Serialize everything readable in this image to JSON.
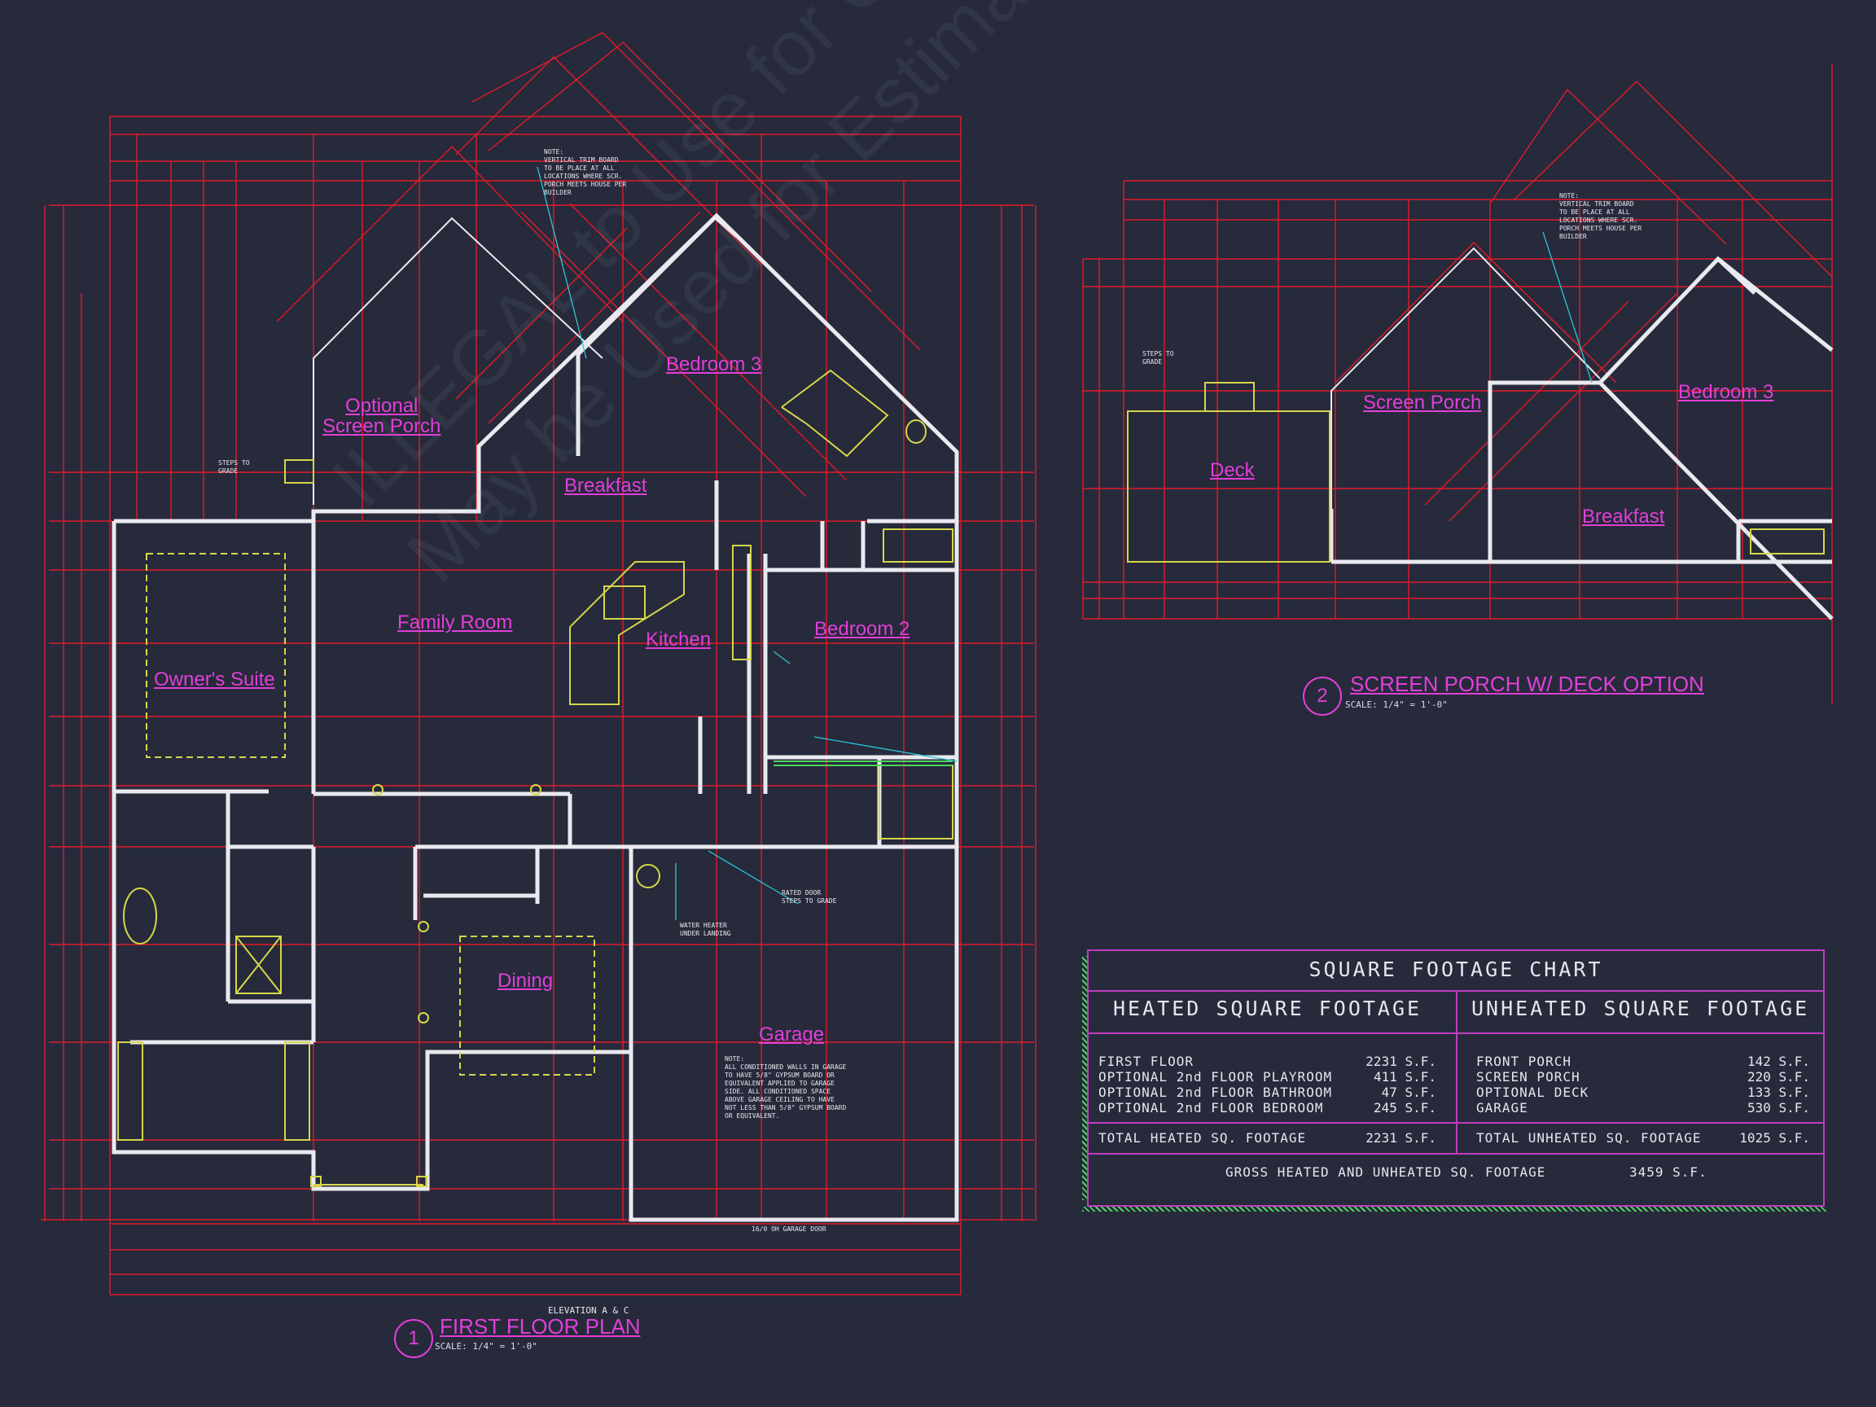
{
  "rooms": {
    "optional_screen_porch_line1": "Optional",
    "optional_screen_porch_line2": "Screen Porch",
    "bedroom3": "Bedroom 3",
    "breakfast": "Breakfast",
    "family_room": "Family Room",
    "kitchen": "Kitchen",
    "bedroom2": "Bedroom 2",
    "owners_suite": "Owner's Suite",
    "dining": "Dining",
    "garage": "Garage"
  },
  "option_rooms": {
    "screen_porch": "Screen Porch",
    "bedroom3": "Bedroom 3",
    "deck": "Deck",
    "breakfast": "Breakfast"
  },
  "plan1": {
    "number": "1",
    "title": "FIRST FLOOR PLAN",
    "scale": "SCALE: 1/4\" = 1'-0\"",
    "elevation_note": "ELEVATION A & C"
  },
  "plan2": {
    "number": "2",
    "title": "SCREEN PORCH W/ DECK OPTION",
    "scale": "SCALE: 1/4\" = 1'-0\""
  },
  "notes": {
    "trim_note": "NOTE:\nVERTICAL TRIM BOARD\nTO BE PLACE AT ALL\nLOCATIONS WHERE SCR.\nPORCH MEETS HOUSE PER\nBUILDER",
    "steps": "STEPS TO\nGRADE",
    "garage_note": "NOTE:\nALL CONDITIONED WALLS IN GARAGE\nTO HAVE 5/8\" GYPSUM BOARD OR\nEQUIVALENT APPLIED TO GARAGE\nSIDE. ALL CONDITIONED SPACE\nABOVE GARAGE CEILING TO HAVE\nNOT LESS THAN 5/8\" GYPSUM BOARD\nOR EQUIVALENT.",
    "garage_door": "16/0 OH GARAGE DOOR",
    "water_heater": "WATER HEATER\nUNDER LANDING",
    "rated_door": "RATED DOOR\nSTEPS TO GRADE"
  },
  "sqft_chart": {
    "title": "SQUARE FOOTAGE CHART",
    "heated_header": "HEATED SQUARE FOOTAGE",
    "unheated_header": "UNHEATED SQUARE FOOTAGE",
    "heated": [
      {
        "label": "FIRST FLOOR",
        "value": "2231 S.F."
      },
      {
        "label": "OPTIONAL 2nd FLOOR PLAYROOM",
        "value": "411 S.F."
      },
      {
        "label": "OPTIONAL 2nd FLOOR BATHROOM",
        "value": "47 S.F."
      },
      {
        "label": "OPTIONAL 2nd FLOOR BEDROOM",
        "value": "245 S.F."
      }
    ],
    "unheated": [
      {
        "label": "FRONT PORCH",
        "value": "142 S.F."
      },
      {
        "label": "SCREEN PORCH",
        "value": "220 S.F."
      },
      {
        "label": "OPTIONAL DECK",
        "value": "133 S.F."
      },
      {
        "label": "GARAGE",
        "value": "530 S.F."
      }
    ],
    "total_heated_label": "TOTAL HEATED SQ. FOOTAGE",
    "total_heated_value": "2231 S.F.",
    "total_unheated_label": "TOTAL UNHEATED SQ. FOOTAGE",
    "total_unheated_value": "1025 S.F.",
    "gross_label": "GROSS HEATED AND UNHEATED SQ. FOOTAGE",
    "gross_value": "3459 S.F."
  },
  "colors": {
    "background": "#262a3b",
    "walls": "#e9e9ef",
    "dimension": "#e11b2b",
    "labels": "#e23fd8",
    "fixtures": "#d6d64a",
    "leaders": "#2cc6d6"
  }
}
